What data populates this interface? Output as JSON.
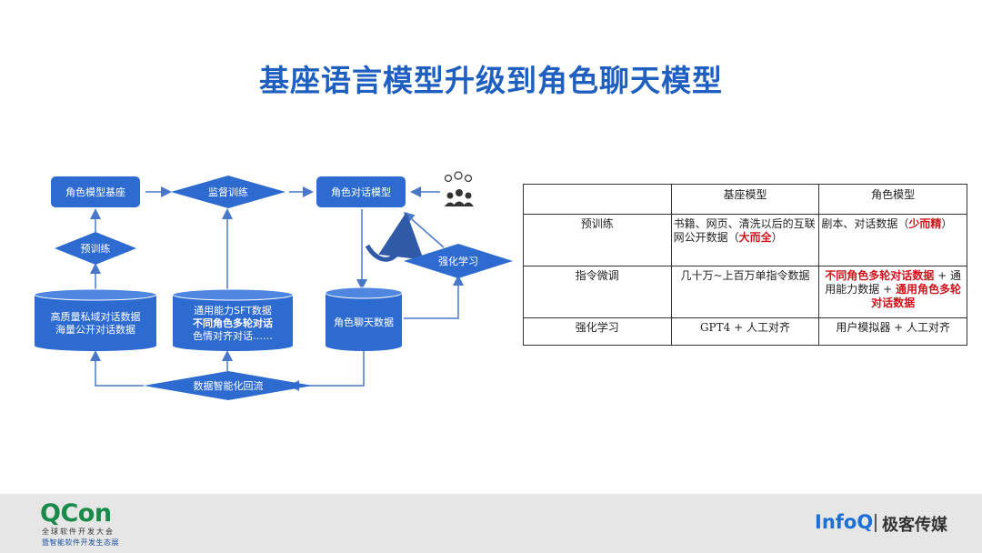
{
  "title": "基座语言模型升级到角色聊天模型",
  "diagram": {
    "role_base": "角色模型基座",
    "supervised": "监督训练",
    "role_dialog_model": "角色对话模型",
    "pretrain": "预训练",
    "rl": "强化学习",
    "db_left": [
      "高质量私域对话数据",
      "海量公开对话数据"
    ],
    "db_mid": [
      "通用能力SFT数据",
      "不同角色多轮对话",
      "色情对齐对话……"
    ],
    "db_right": "角色聊天数据",
    "feedback": "数据智能化回流",
    "users_icon": "users-icon"
  },
  "table": {
    "headers": [
      "",
      "基座模型",
      "角色模型"
    ],
    "rows": [
      {
        "label": "预训练",
        "base": [
          "书籍、网页、清洗以后的互联网公开数据（",
          "大而全",
          "）"
        ],
        "role": [
          "剧本、对话数据（",
          "少而精",
          "）"
        ]
      },
      {
        "label": "指令微调",
        "base": "几十万~上百万单指令数据",
        "role": [
          "不同角色多轮对话数据",
          " + 通用能力数据 + ",
          "通用角色多轮对话数据"
        ]
      },
      {
        "label": "强化学习",
        "base": "GPT4 + 人工对齐",
        "role": "用户模拟器 + 人工对齐"
      }
    ]
  },
  "footer": {
    "qcon": "QCon",
    "qcon_sub1": "全球软件开发大会",
    "qcon_sub2": "暨智能软件开发生态展",
    "infoq": "InfoQ",
    "geek": "极客传媒"
  },
  "colors": {
    "accent": "#1f5fbf",
    "shape": "#2e6bd1",
    "red": "#d0121b",
    "arrow": "#4a78c8"
  }
}
